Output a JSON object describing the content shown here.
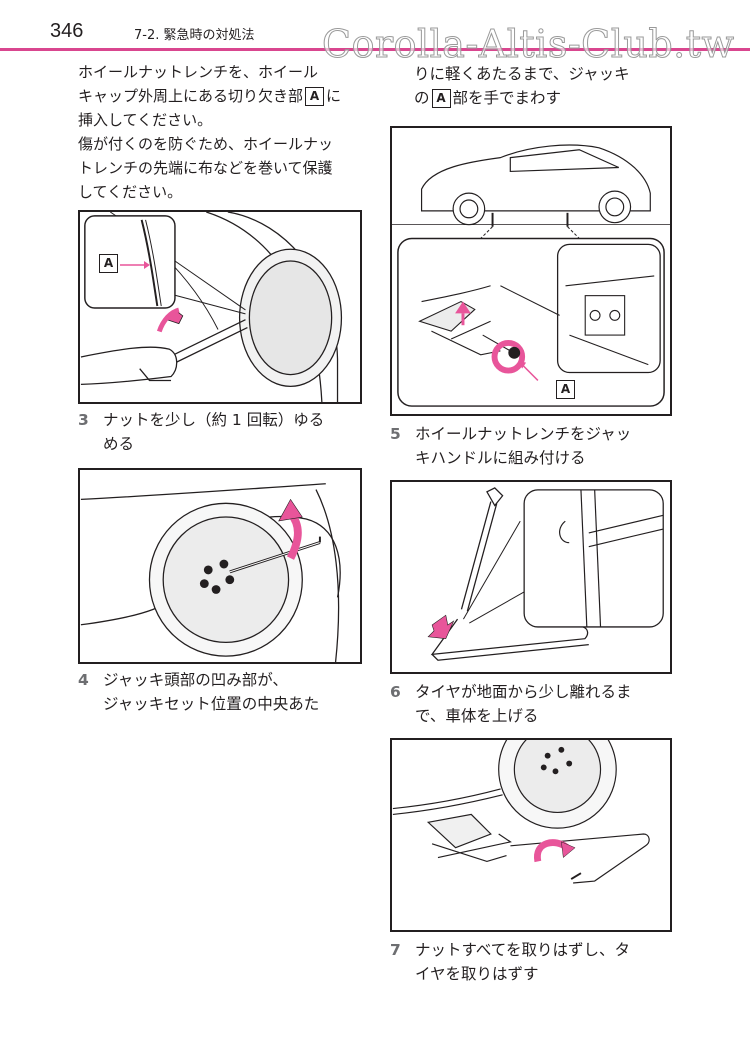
{
  "header": {
    "page_number": "346",
    "chapter": "7-2. 緊急時の対処法",
    "watermark": "Corolla-Altis-Club.tw",
    "rule_color": "#d9468f"
  },
  "accent_color": "#e8559a",
  "left": {
    "intro": {
      "line1": "ホイールナットレンチを、ホイール",
      "line2_pre": "キャップ外周上にある切り欠き部",
      "line2_ref": "A",
      "line2_post": "に",
      "line3": "挿入してください。",
      "line4": "傷が付くのを防ぐため、ホイールナッ",
      "line5": "トレンチの先端に布などを巻いて保護",
      "line6": "してください。"
    },
    "figure1": {
      "callout": "A"
    },
    "step3": {
      "number": "3",
      "line1": "ナットを少し（約 1 回転）ゆる",
      "line2": "める"
    },
    "step4": {
      "number": "4",
      "line1": "ジャッキ頭部の凹み部が、",
      "line2": "ジャッキセット位置の中央あた"
    }
  },
  "right": {
    "cont": {
      "line1": "りに軽くあたるまで、ジャッキ",
      "line2_pre": "の",
      "line2_ref": "A",
      "line2_post": "部を手でまわす"
    },
    "figure_jack": {
      "callout": "A"
    },
    "step5": {
      "number": "5",
      "line1": "ホイールナットレンチをジャッ",
      "line2": "キハンドルに組み付ける"
    },
    "step6": {
      "number": "6",
      "line1": "タイヤが地面から少し離れるま",
      "line2": "で、車体を上げる"
    },
    "step7": {
      "number": "7",
      "line1": "ナットすべてを取りはずし、タ",
      "line2": "イヤを取りはずす"
    }
  }
}
